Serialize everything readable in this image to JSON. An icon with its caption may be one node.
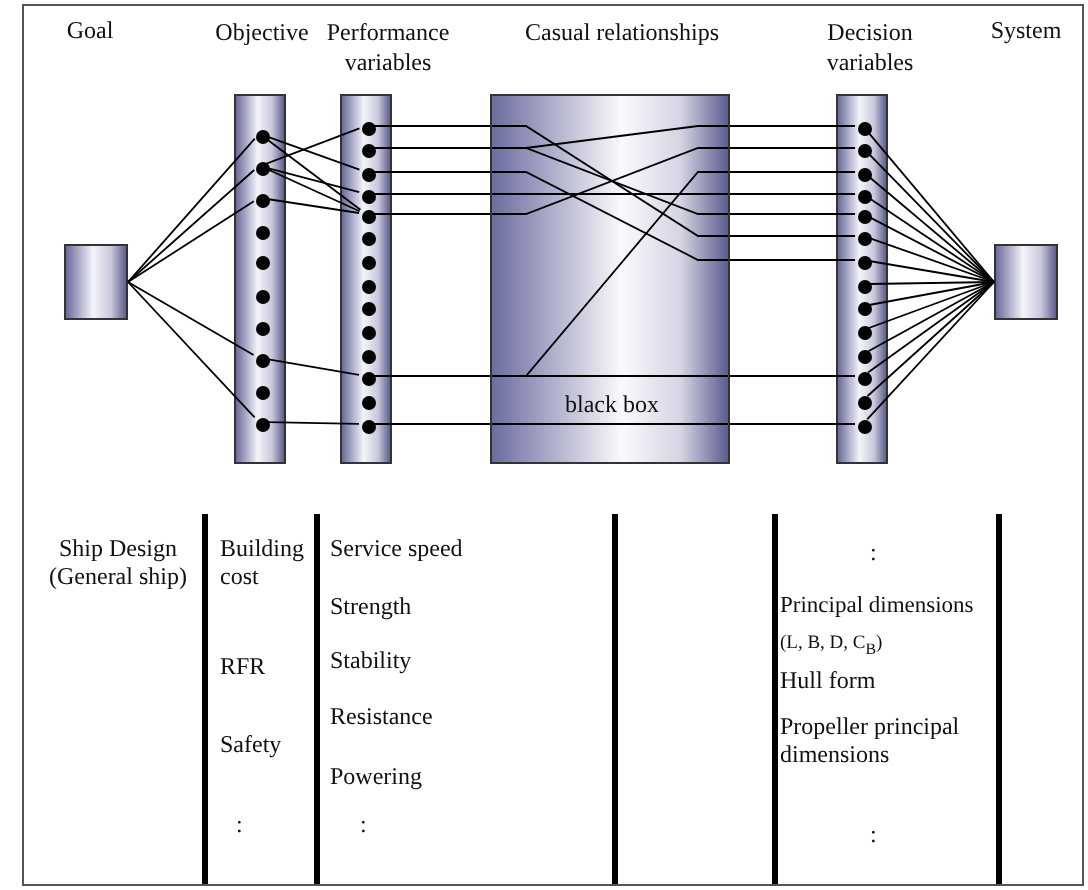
{
  "diagram": {
    "nodes": [
      {
        "text": [],
        "shape": "box"
      },
      {
        "text": [
          "Objective"
        ]
      },
      {
        "text": [],
        "shape": "circle",
        "in": 1
      },
      {
        "text": [],
        "shape": "circle",
        "in": 1
      },
      {
        "text": [],
        "shape": "circle",
        "in": 1
      },
      {
        "text": [],
        "shape": "circle",
        "in": 1
      },
      {
        "text": [],
        "shape": "circle",
        "in": 1
      },
      {
        "text": [],
        "shape": "circle",
        "in": 1
      },
      {
        "text": [],
        "shape": "circle",
        "in": 1
      },
      {
        "text": [],
        "shape": "circle",
        "in": 1
      },
      {
        "text": [],
        "shape": "circle",
        "in": 1
      },
      {
        "text": [],
        "shape": "circle",
        "in": 1
      },
      {
        "text": [
          "Performance variables"
        ]
      },
      {
        "text": [],
        "shape": "circle",
        "in": 12
      },
      {
        "text": [],
        "shape": "circle",
        "in": 12
      },
      {
        "text": [],
        "shape": "circle",
        "in": 12
      },
      {
        "text": [],
        "shape": "circle",
        "in": 12
      },
      {
        "text": [],
        "shape": "circle",
        "in": 12
      },
      {
        "text": [],
        "shape": "circle",
        "in": 12
      },
      {
        "text": [],
        "shape": "circle",
        "in": 12
      },
      {
        "text": [],
        "shape": "circle",
        "in": 12
      },
      {
        "text": [],
        "shape": "circle",
        "in": 12
      },
      {
        "text": [],
        "shape": "circle",
        "in": 12
      },
      {
        "text": [],
        "shape": "circle",
        "in": 12
      },
      {
        "text": [],
        "shape": "circle",
        "in": 12
      },
      {
        "text": [],
        "shape": "circle",
        "in": 12
      },
      {
        "text": [],
        "shape": "circle",
        "in": 12
      },
      {
        "text": [
          "Casual relationships",
          "black box"
        ]
      },
      {
        "text": [
          "Decision variables"
        ]
      },
      {
        "text": [],
        "shape": "circle",
        "in": 28
      },
      {
        "text": [],
        "shape": "circle",
        "in": 28
      },
      {
        "text": [],
        "shape": "circle",
        "in": 28
      },
      {
        "text": [],
        "shape": "circle",
        "in": 28
      },
      {
        "text": [],
        "shape": "circle",
        "in": 28
      },
      {
        "text": [],
        "shape": "circle",
        "in": 28
      },
      {
        "text": [],
        "shape": "circle",
        "in": 28
      },
      {
        "text": [],
        "shape": "circle",
        "in": 28
      },
      {
        "text": [],
        "shape": "circle",
        "in": 28
      },
      {
        "text": [],
        "shape": "circle",
        "in": 28
      },
      {
        "text": [],
        "shape": "circle",
        "in": 28
      },
      {
        "text": [],
        "shape": "circle",
        "in": 28
      },
      {
        "text": [],
        "shape": "circle",
        "in": 28
      },
      {
        "text": [],
        "shape": "circle",
        "in": 28
      },
      {
        "text": [],
        "shape": "box"
      }
    ],
    "edges": [
      {
        "from": 0,
        "to": 2,
        "arrow": "none"
      },
      {
        "from": 0,
        "to": 3,
        "arrow": "none"
      },
      {
        "from": 0,
        "to": 4,
        "arrow": "none"
      },
      {
        "from": 0,
        "to": 9,
        "arrow": "none"
      },
      {
        "from": 0,
        "to": 11,
        "arrow": "none"
      },
      {
        "from": 2,
        "to": 15,
        "arrow": "none"
      },
      {
        "from": 2,
        "to": 17,
        "arrow": "none"
      },
      {
        "from": 3,
        "to": 13,
        "arrow": "none"
      },
      {
        "from": 3,
        "to": 16,
        "arrow": "none"
      },
      {
        "from": 3,
        "to": 17,
        "arrow": "none"
      },
      {
        "from": 4,
        "to": 17,
        "arrow": "none"
      },
      {
        "from": 9,
        "to": 24,
        "arrow": "none"
      },
      {
        "from": 11,
        "to": 26,
        "arrow": "none"
      },
      {
        "from": 13,
        "to": 27,
        "arrow": "none"
      },
      {
        "from": 14,
        "to": 27,
        "arrow": "none"
      },
      {
        "from": 15,
        "to": 27,
        "arrow": "none"
      },
      {
        "from": 16,
        "to": 27,
        "arrow": "none"
      },
      {
        "from": 17,
        "to": 27,
        "arrow": "none"
      },
      {
        "from": 24,
        "to": 27,
        "arrow": "none"
      },
      {
        "from": 26,
        "to": 27,
        "arrow": "none"
      },
      {
        "from": 27,
        "to": 29,
        "arrow": "none"
      },
      {
        "from": 27,
        "to": 30,
        "arrow": "none"
      },
      {
        "from": 27,
        "to": 31,
        "arrow": "none"
      },
      {
        "from": 27,
        "to": 32,
        "arrow": "none"
      },
      {
        "from": 27,
        "to": 33,
        "arrow": "none"
      },
      {
        "from": 27,
        "to": 34,
        "arrow": "none"
      },
      {
        "from": 27,
        "to": 35,
        "arrow": "none"
      },
      {
        "from": 27,
        "to": 40,
        "arrow": "none"
      },
      {
        "from": 27,
        "to": 42,
        "arrow": "none"
      },
      {
        "from": 29,
        "to": 43,
        "arrow": "none"
      },
      {
        "from": 30,
        "to": 43,
        "arrow": "none"
      },
      {
        "from": 31,
        "to": 43,
        "arrow": "none"
      },
      {
        "from": 32,
        "to": 43,
        "arrow": "none"
      },
      {
        "from": 33,
        "to": 43,
        "arrow": "none"
      },
      {
        "from": 34,
        "to": 43,
        "arrow": "none"
      },
      {
        "from": 35,
        "to": 43,
        "arrow": "none"
      },
      {
        "from": 36,
        "to": 43,
        "arrow": "none"
      },
      {
        "from": 37,
        "to": 43,
        "arrow": "none"
      },
      {
        "from": 38,
        "to": 43,
        "arrow": "none"
      },
      {
        "from": 39,
        "to": 43,
        "arrow": "none"
      },
      {
        "from": 40,
        "to": 43,
        "arrow": "none"
      },
      {
        "from": 41,
        "to": 43,
        "arrow": "none"
      },
      {
        "from": 42,
        "to": 43,
        "arrow": "none"
      }
    ],
    "labels": [
      "Goal",
      "System",
      "Ship Design (General ship)",
      "Building cost",
      "RFR",
      "Safety",
      ":",
      "Service speed",
      "Strength",
      "Stability",
      "Resistance",
      "Powering",
      ":",
      ":",
      "Principal dimensions",
      "(L, B, D, C$_{B}$)",
      "Hull form",
      "Propeller principal dimensions",
      ":"
    ]
  }
}
